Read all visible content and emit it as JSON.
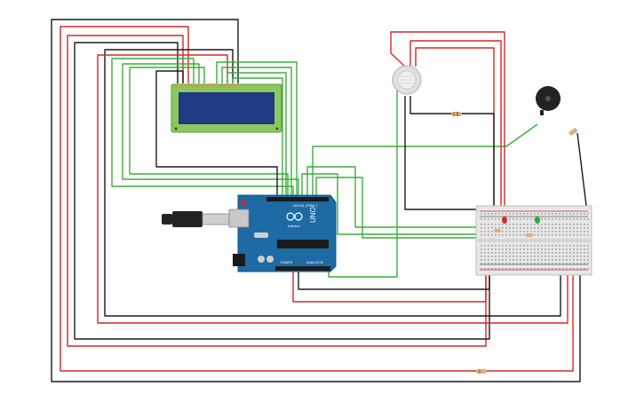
{
  "diagram": {
    "type": "circuit-breadboard",
    "board": {
      "brand_label": "UNO",
      "vendor_label": "Arduino",
      "header_label_digital": "DIGITAL (PWM~)",
      "header_label_analog": "ANALOG IN",
      "header_label_power": "POWER"
    },
    "colors": {
      "background": "#ffffff",
      "wire_red": "#d2282a",
      "wire_black": "#1a1a1a",
      "wire_green": "#3cae3c",
      "board_blue": "#1d6aa5",
      "lcd_green": "#8cc75f",
      "lcd_screen": "#1f3b82",
      "breadboard": "#e7e7e7",
      "buzzer": "#222222",
      "sensor": "#e0e0e0",
      "led_red": "#d62a2a",
      "led_green": "#27ae3b",
      "resistor": "#d8b27a"
    },
    "components": [
      "arduino-uno",
      "lcd-16x2",
      "usb-cable",
      "gas-sensor",
      "piezo-buzzer",
      "breadboard",
      "red-led",
      "green-led",
      "resistor"
    ]
  }
}
